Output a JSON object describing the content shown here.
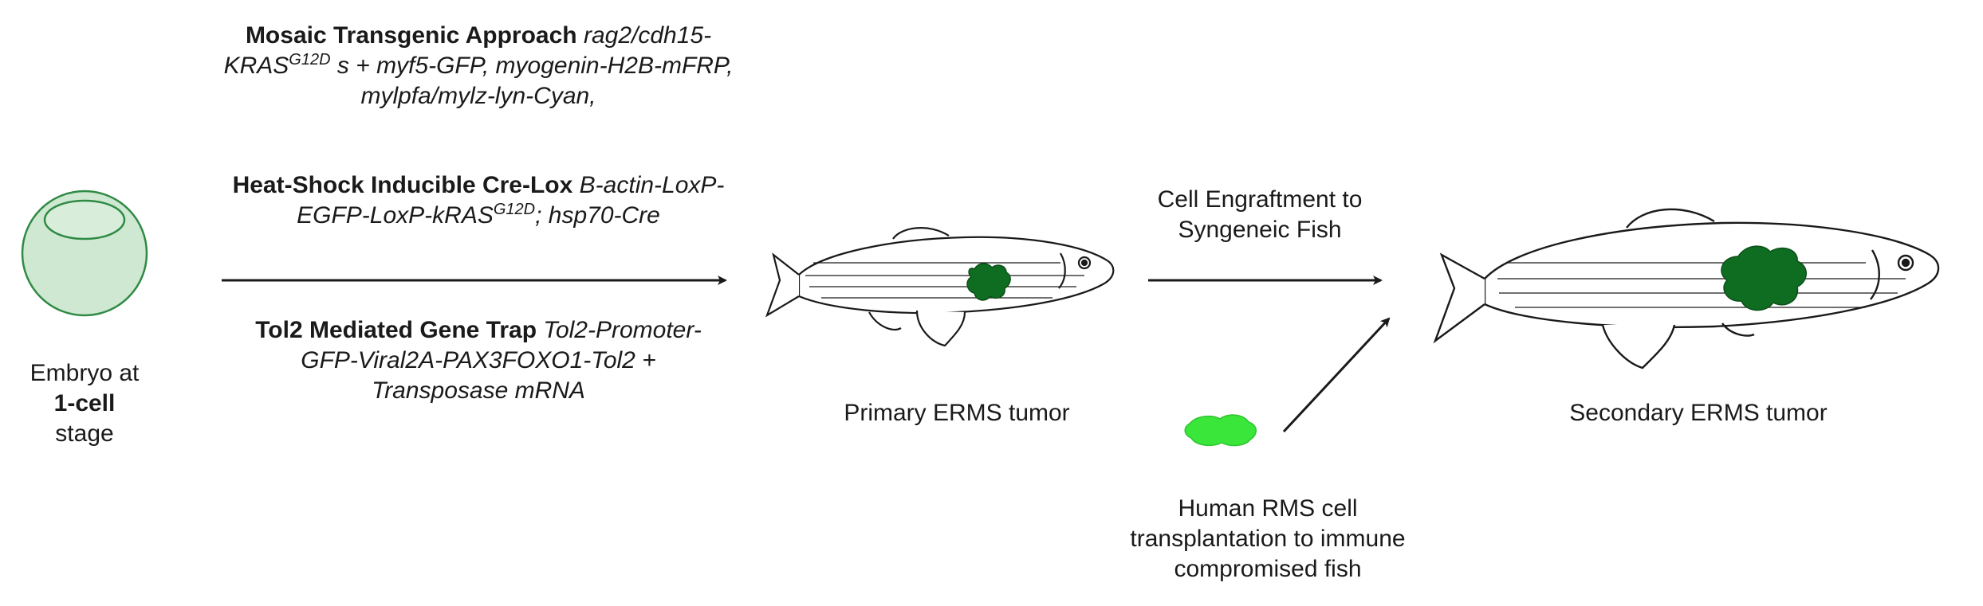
{
  "embryo": {
    "line1": "Embryo at",
    "line2": "1-cell",
    "line3": "stage"
  },
  "methods": [
    {
      "bold": "Mosaic Transgenic Approach",
      "line1_italic": "rag2/cdh15-",
      "line2_a": "KRAS",
      "line2_sup": "G12D",
      "line2_b": " s + ",
      "line2_c": "myf5-GFP, myogenin-H2B-mFRP,",
      "line3": "mylpfa/mylz-lyn-Cyan,"
    },
    {
      "bold": "Heat-Shock Inducible Cre-Lox",
      "line1_italic": "B-actin-LoxP-",
      "line2_a": "EGFP-LoxP-kRAS",
      "line2_sup": "G12D",
      "line2_b": "; hsp70-Cre"
    },
    {
      "bold": "Tol2 Mediated Gene Trap",
      "line1_italic": "Tol2-Promoter-",
      "line2": "GFP-Viral2A-PAX3FOXO1-Tol2 +",
      "line3": "Transposase mRNA"
    }
  ],
  "primary_label": "Primary ERMS tumor",
  "engraft": {
    "line1": "Cell Engraftment to",
    "line2": "Syngeneic Fish"
  },
  "human": {
    "line1": "Human RMS cell",
    "line2": "transplantation to immune",
    "line3": "compromised fish"
  },
  "secondary_label": "Secondary ERMS tumor",
  "colors": {
    "embryo_fill": "#cfe8d2",
    "embryo_stroke": "#2f8a44",
    "tumor_dark": "#0f6d22",
    "human_cells": "#39e639",
    "line": "#1a1a1a"
  }
}
